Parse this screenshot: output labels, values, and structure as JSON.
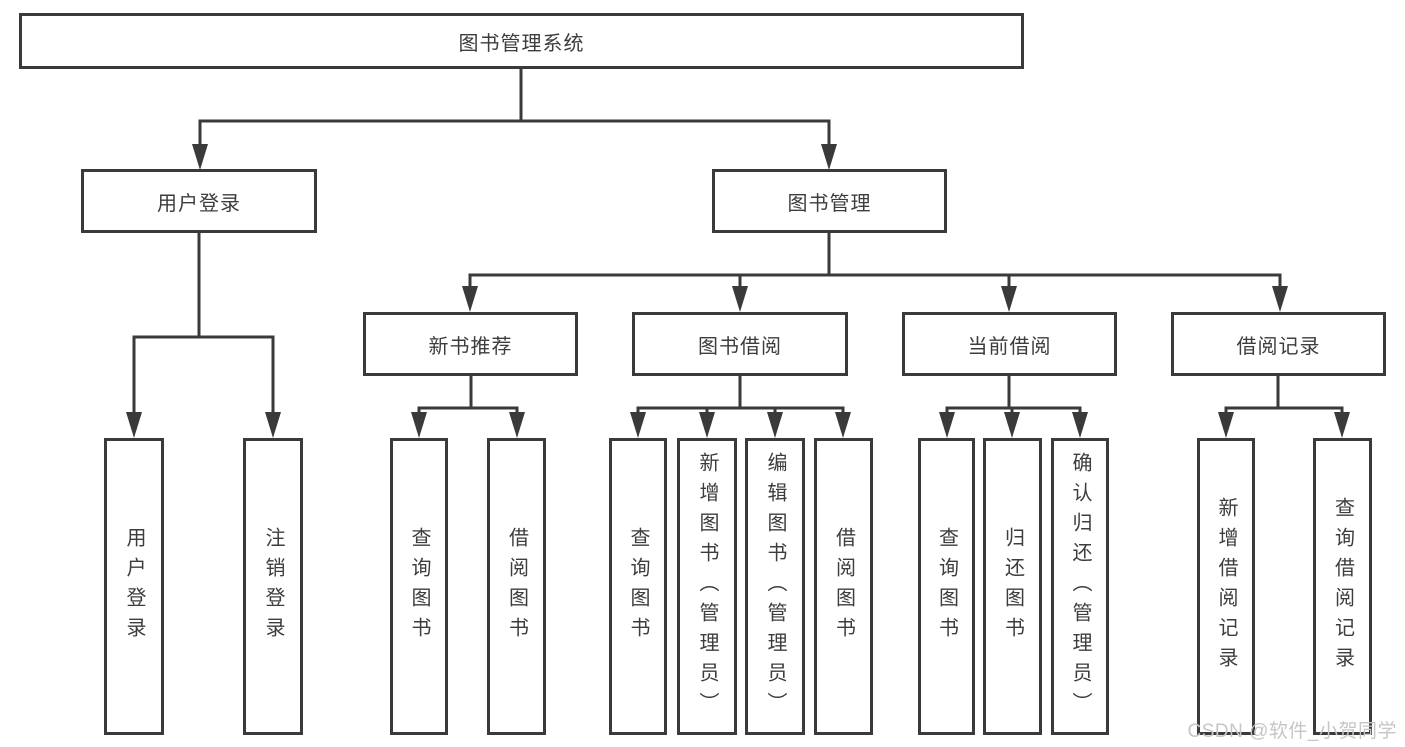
{
  "diagram": {
    "type": "tree-structure-chart",
    "tree": {
      "label": "图书管理系统",
      "children": [
        {
          "label": "用户登录",
          "children": [
            {
              "label": "用户登录"
            },
            {
              "label": "注销登录"
            }
          ]
        },
        {
          "label": "图书管理",
          "children": [
            {
              "label": "新书推荐",
              "children": [
                {
                  "label": "查询图书"
                },
                {
                  "label": "借阅图书"
                }
              ]
            },
            {
              "label": "图书借阅",
              "children": [
                {
                  "label": "查询图书"
                },
                {
                  "label": "新增图书（管理员）"
                },
                {
                  "label": "编辑图书（管理员）"
                },
                {
                  "label": "借阅图书"
                }
              ]
            },
            {
              "label": "当前借阅",
              "children": [
                {
                  "label": "查询图书"
                },
                {
                  "label": "归还图书"
                },
                {
                  "label": "确认归还（管理员）"
                }
              ]
            },
            {
              "label": "借阅记录",
              "children": [
                {
                  "label": "新增借阅记录"
                },
                {
                  "label": "查询借阅记录"
                }
              ]
            }
          ]
        }
      ]
    },
    "colors": {
      "line": "#3a3a3a",
      "box_border": "#3a3a3a",
      "box_fill": "#ffffff",
      "text": "#3d3d3d",
      "watermark_text": "#c6c6c6",
      "background": "#ffffff"
    }
  },
  "watermark": {
    "text": "CSDN @软件_小贺同学"
  }
}
